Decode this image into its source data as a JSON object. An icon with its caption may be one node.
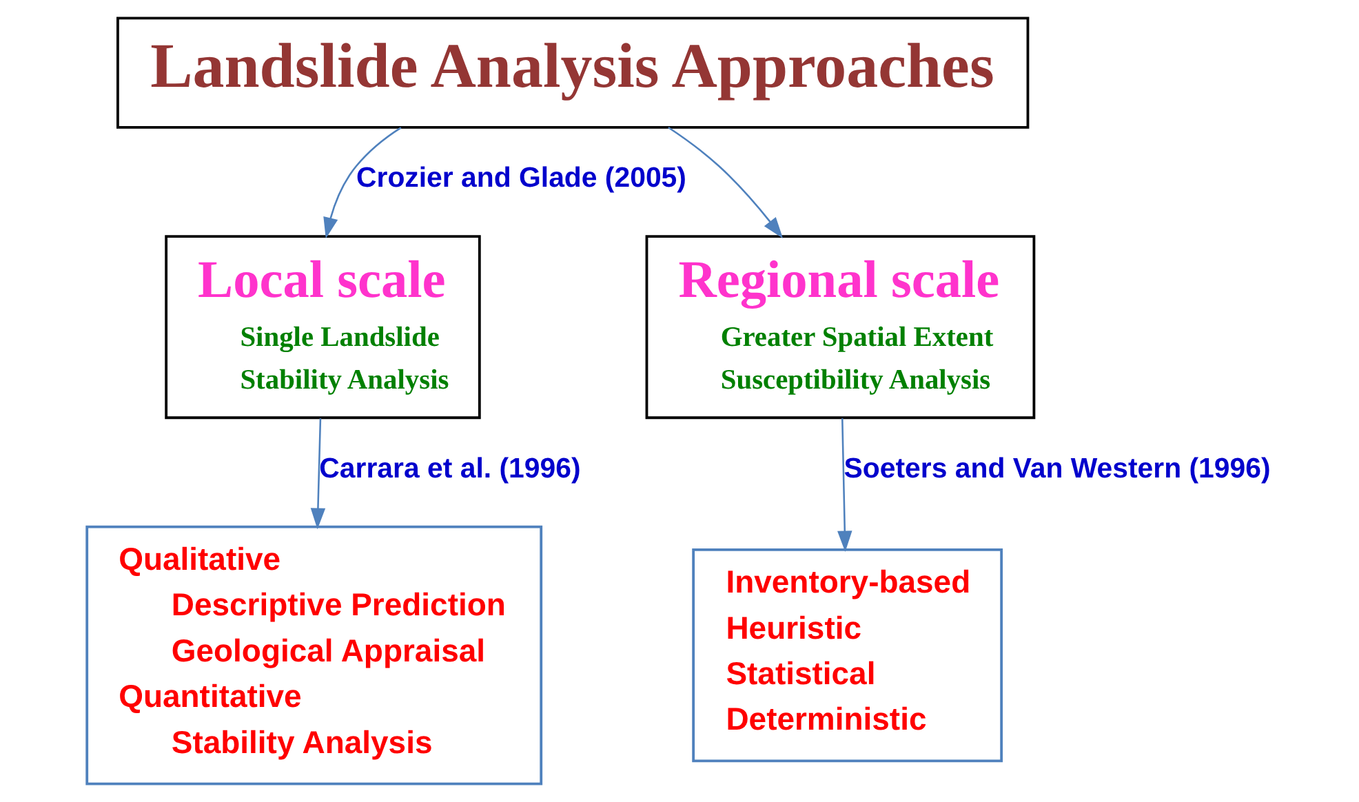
{
  "diagram": {
    "nodes": [
      {
        "text": [
          "Landslide Analysis Approaches"
        ]
      },
      {
        "text": [
          "Local scale",
          "Single Landslide",
          "Stability Analysis"
        ]
      },
      {
        "text": [
          "Regional scale",
          "Greater Spatial Extent",
          "Susceptibility Analysis"
        ]
      },
      {
        "text": [
          "Qualitative",
          "Descriptive Prediction",
          "Geological Appraisal",
          "Quantitative",
          "Stability Analysis"
        ]
      },
      {
        "text": [
          "Inventory-based",
          "Heuristic",
          "Statistical",
          "Deterministic"
        ]
      }
    ],
    "edges": [
      {
        "from": 0,
        "to": 1,
        "arrow": "to",
        "label": "Crozier and Glade (2005)"
      },
      {
        "from": 0,
        "to": 2,
        "arrow": "to"
      },
      {
        "from": 1,
        "to": 3,
        "arrow": "to",
        "label": "Carrara et al. (1996)"
      },
      {
        "from": 2,
        "to": 4,
        "arrow": "to",
        "label": "Soeters and Van Western (1996)"
      }
    ]
  }
}
